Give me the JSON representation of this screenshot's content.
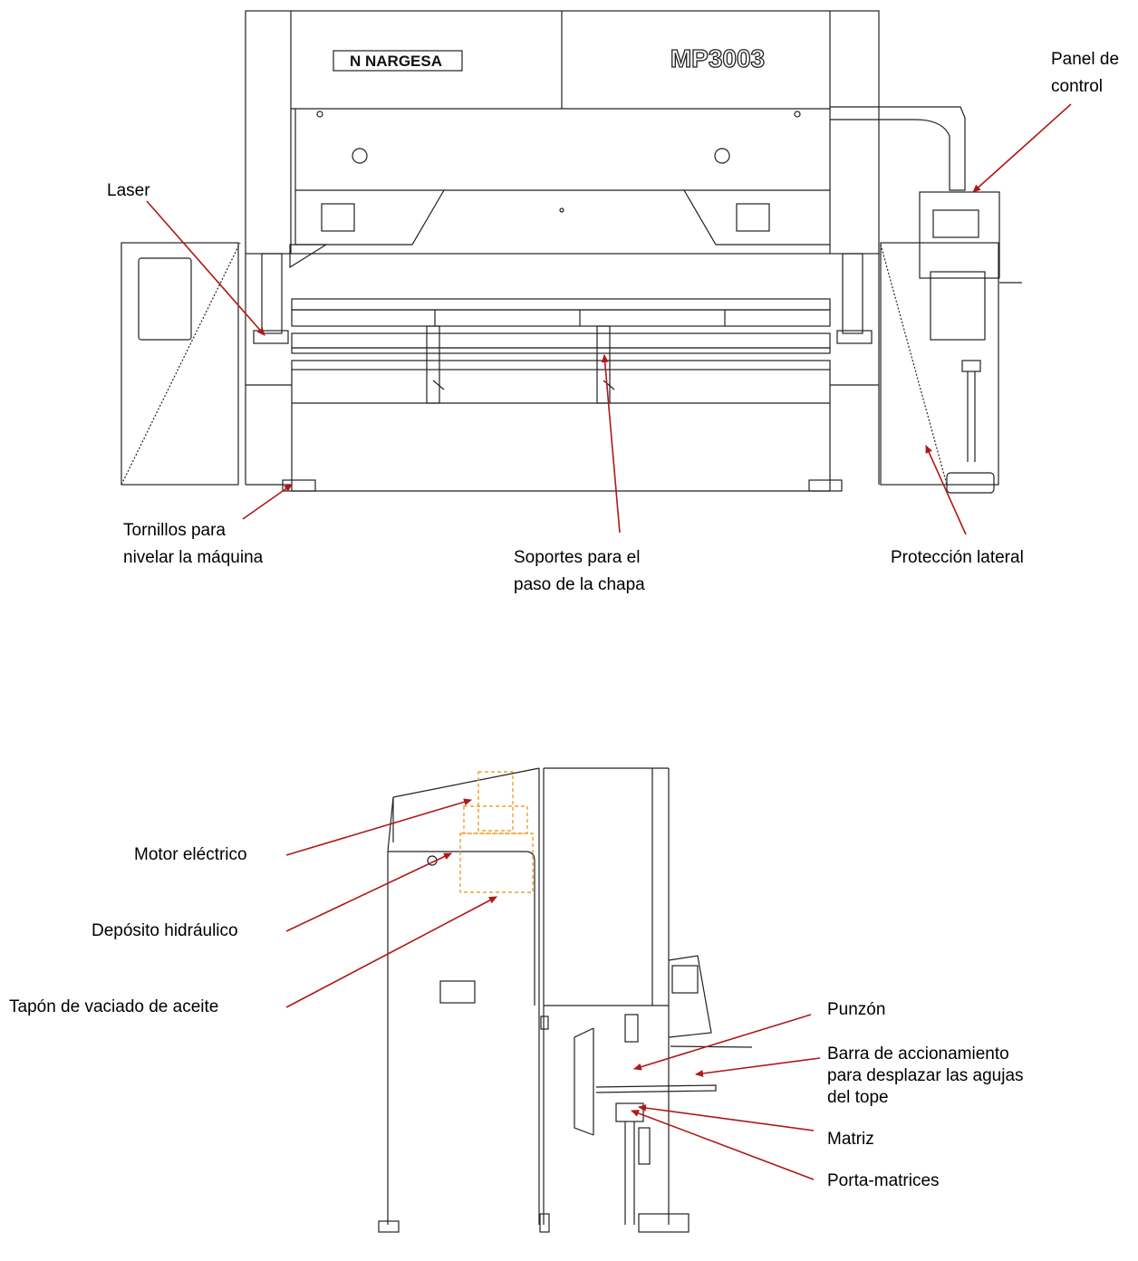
{
  "front_view": {
    "brand": "N NARGESA",
    "model": "MP3003",
    "labels": {
      "laser": "Laser",
      "panel_l1": "Panel de",
      "panel_l2": "control",
      "screws_l1": "Tornillos para",
      "screws_l2": "nivelar la máquina",
      "supports_l1": "Soportes para el",
      "supports_l2": "paso de la chapa",
      "side_guard": "Protección lateral"
    }
  },
  "side_view": {
    "labels": {
      "motor": "Motor eléctrico",
      "tank": "Depósito hidráulico",
      "drain": "Tapón de vaciado de aceite",
      "punch": "Punzón",
      "bar_l1": "Barra de accionamiento",
      "bar_l2": "para desplazar las agujas",
      "bar_l3": "del tope",
      "die": "Matriz",
      "die_holder": "Porta-matrices"
    }
  },
  "colors": {
    "line": "#222222",
    "leader": "#b01818",
    "hidden": "#f0a030"
  }
}
